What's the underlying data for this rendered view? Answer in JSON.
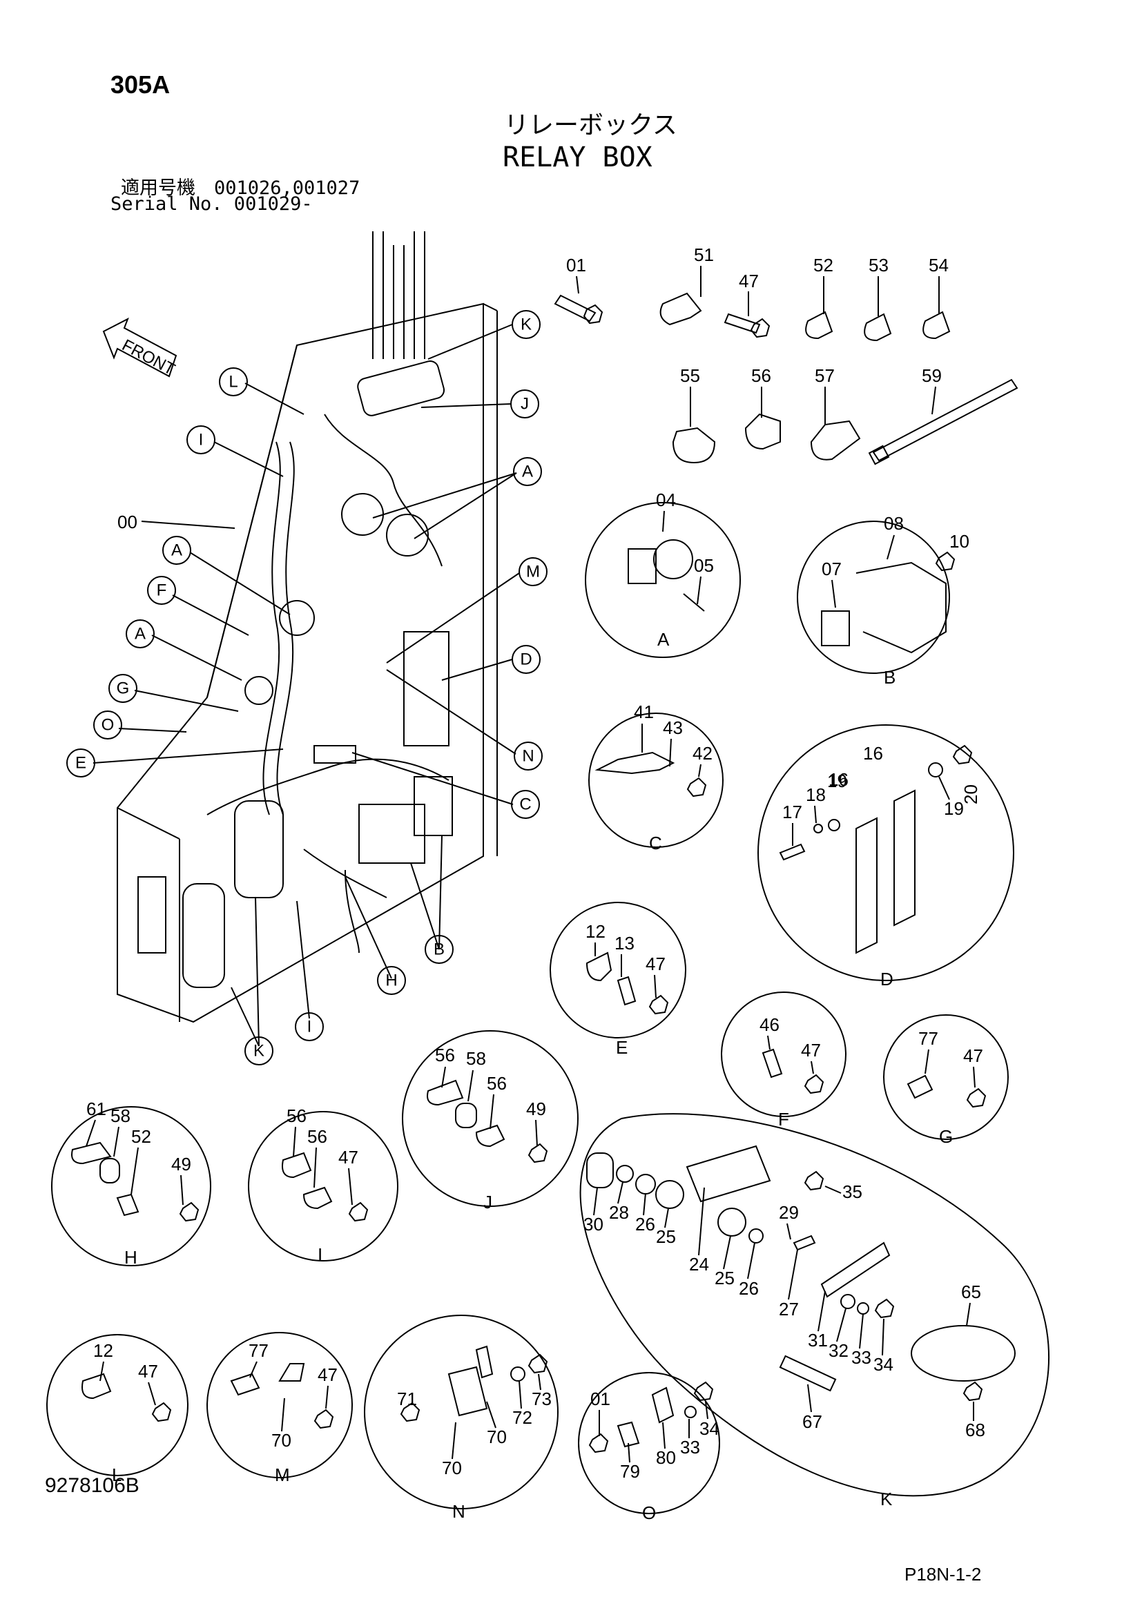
{
  "header": {
    "page_code": "305A",
    "title_jp": "リレーボックス",
    "title_en": "RELAY BOX",
    "serial_line1": "適用号機　001026,001027",
    "serial_line2": "Serial No. 001029-",
    "front_label": "FRONT"
  },
  "footer": {
    "doc_no": "9278106B",
    "page_ref": "P18N-1-2"
  },
  "main_assembly": {
    "ref_00": "00",
    "callouts": [
      "K",
      "L",
      "J",
      "I",
      "A",
      "A",
      "F",
      "A",
      "G",
      "O",
      "E",
      "M",
      "D",
      "N",
      "C",
      "B",
      "H",
      "I",
      "K"
    ]
  },
  "loose_parts": [
    "01",
    "51",
    "47",
    "52",
    "53",
    "54",
    "55",
    "56",
    "57",
    "59"
  ],
  "details": {
    "A": {
      "letter": "A",
      "parts": [
        "04",
        "05"
      ]
    },
    "B": {
      "letter": "B",
      "parts": [
        "08",
        "07",
        "10"
      ]
    },
    "C": {
      "letter": "C",
      "parts": [
        "41",
        "43",
        "42"
      ]
    },
    "D": {
      "letter": "D",
      "parts": [
        "16",
        "16",
        "17",
        "18",
        "19",
        "19",
        "20"
      ]
    },
    "E": {
      "letter": "E",
      "parts": [
        "12",
        "13",
        "47"
      ]
    },
    "F": {
      "letter": "F",
      "parts": [
        "46",
        "47"
      ]
    },
    "G": {
      "letter": "G",
      "parts": [
        "77",
        "47"
      ]
    },
    "H": {
      "letter": "H",
      "parts": [
        "61",
        "58",
        "52",
        "49"
      ]
    },
    "I": {
      "letter": "I",
      "parts": [
        "56",
        "56",
        "47"
      ]
    },
    "J": {
      "letter": "J",
      "parts": [
        "56",
        "58",
        "56",
        "49"
      ]
    },
    "K": {
      "letter": "K",
      "parts": [
        "30",
        "28",
        "26",
        "25",
        "24",
        "25",
        "26",
        "27",
        "29",
        "35",
        "31",
        "32",
        "33",
        "34",
        "65",
        "67",
        "68"
      ]
    },
    "L": {
      "letter": "L",
      "parts": [
        "12",
        "47"
      ]
    },
    "M": {
      "letter": "M",
      "parts": [
        "77",
        "47",
        "70"
      ]
    },
    "N": {
      "letter": "N",
      "parts": [
        "71",
        "70",
        "72",
        "73",
        "70"
      ]
    },
    "O": {
      "letter": "O",
      "parts": [
        "01",
        "79",
        "80",
        "33",
        "34"
      ]
    }
  }
}
